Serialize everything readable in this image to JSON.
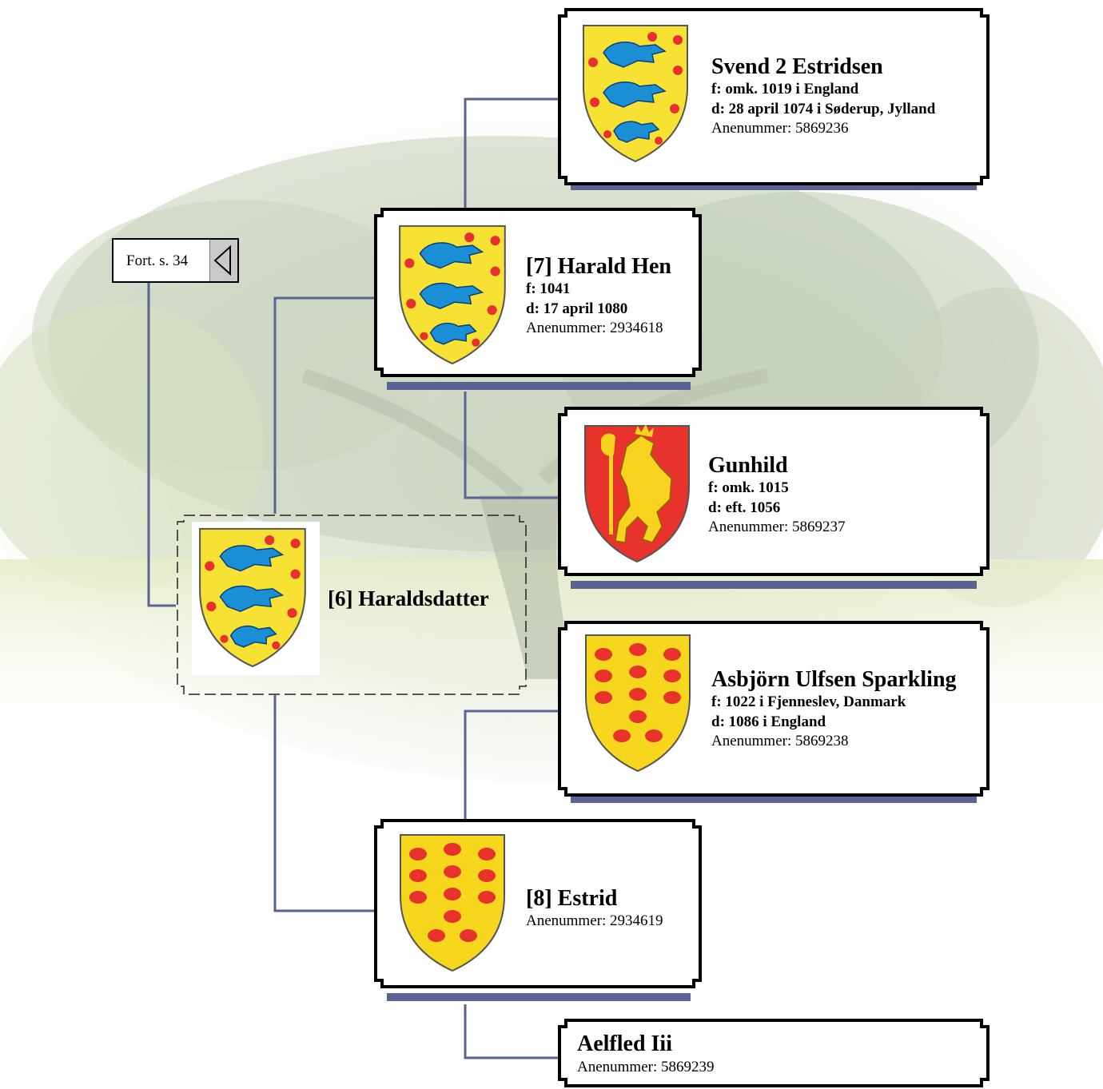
{
  "continuation": {
    "label": "Fort. s. 34",
    "icon": "back-arrow-icon"
  },
  "colors": {
    "connector": "#5a6394",
    "shadow": "#5a6394",
    "box_border": "#000000"
  },
  "persons": [
    {
      "id": "svend",
      "name": "Svend 2 Estridsen",
      "born": "f: omk. 1019 i England",
      "died": "d: 28 april 1074 i Søderup, Jylland",
      "anenummer": "Anenummer: 5869236",
      "arms": "danish-lions-arms-icon"
    },
    {
      "id": "harald",
      "name": "[7] Harald Hen",
      "born": "f: 1041",
      "died": "d: 17 april 1080",
      "anenummer": "Anenummer: 2934618",
      "arms": "danish-lions-arms-icon"
    },
    {
      "id": "gunhild",
      "name": "Gunhild",
      "born": "f: omk. 1015",
      "died": "d: eft. 1056",
      "anenummer": "Anenummer: 5869237",
      "arms": "norwegian-lion-arms-icon"
    },
    {
      "id": "haraldsdatter",
      "name": "[6] Haraldsdatter",
      "arms": "danish-lions-arms-icon"
    },
    {
      "id": "asbjorn",
      "name": "Asbjörn Ulfsen Sparkling",
      "born": "f: 1022 i Fjenneslev, Danmark",
      "died": "d: 1086 i England",
      "anenummer": "Anenummer: 5869238",
      "arms": "hearts-arms-icon"
    },
    {
      "id": "estrid",
      "name": "[8] Estrid",
      "anenummer": "Anenummer: 2934619",
      "arms": "hearts-arms-icon"
    },
    {
      "id": "aelfled",
      "name": "Aelfled Iii",
      "anenummer": "Anenummer: 5869239"
    }
  ]
}
